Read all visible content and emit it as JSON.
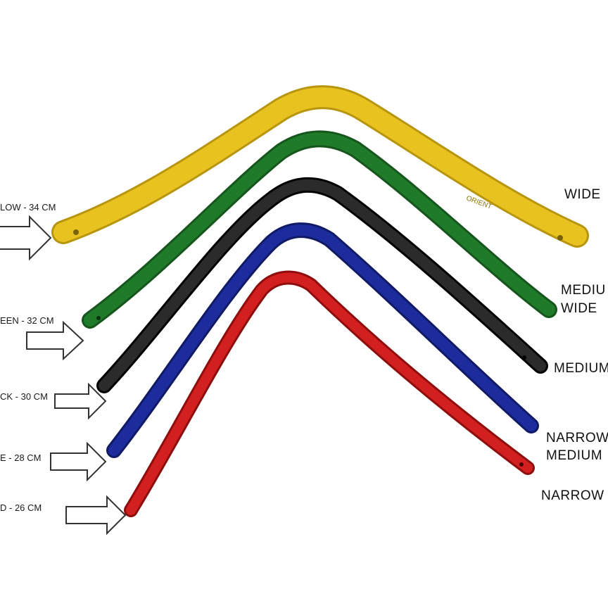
{
  "colors": {
    "yellow": "#e8c21e",
    "green": "#1f7a2a",
    "black": "#1b1b1b",
    "blue": "#1d2c9c",
    "red": "#d21f1f"
  },
  "left_labels": [
    "LOW - 34 CM",
    "EEN - 32 CM",
    "CK - 30 CM",
    "E - 28 CM",
    "D - 26 CM"
  ],
  "right_labels": {
    "wide": "WIDE",
    "medium_wide_1": "MEDIU",
    "medium_wide_2": "WIDE",
    "medium": "MEDIUM",
    "narrow_medium_1": "NARROW",
    "narrow_medium_2": "MEDIUM",
    "narrow": "NARROW"
  },
  "stamp_text": "ORIENT",
  "icons": [
    "right-arrow-icon"
  ]
}
